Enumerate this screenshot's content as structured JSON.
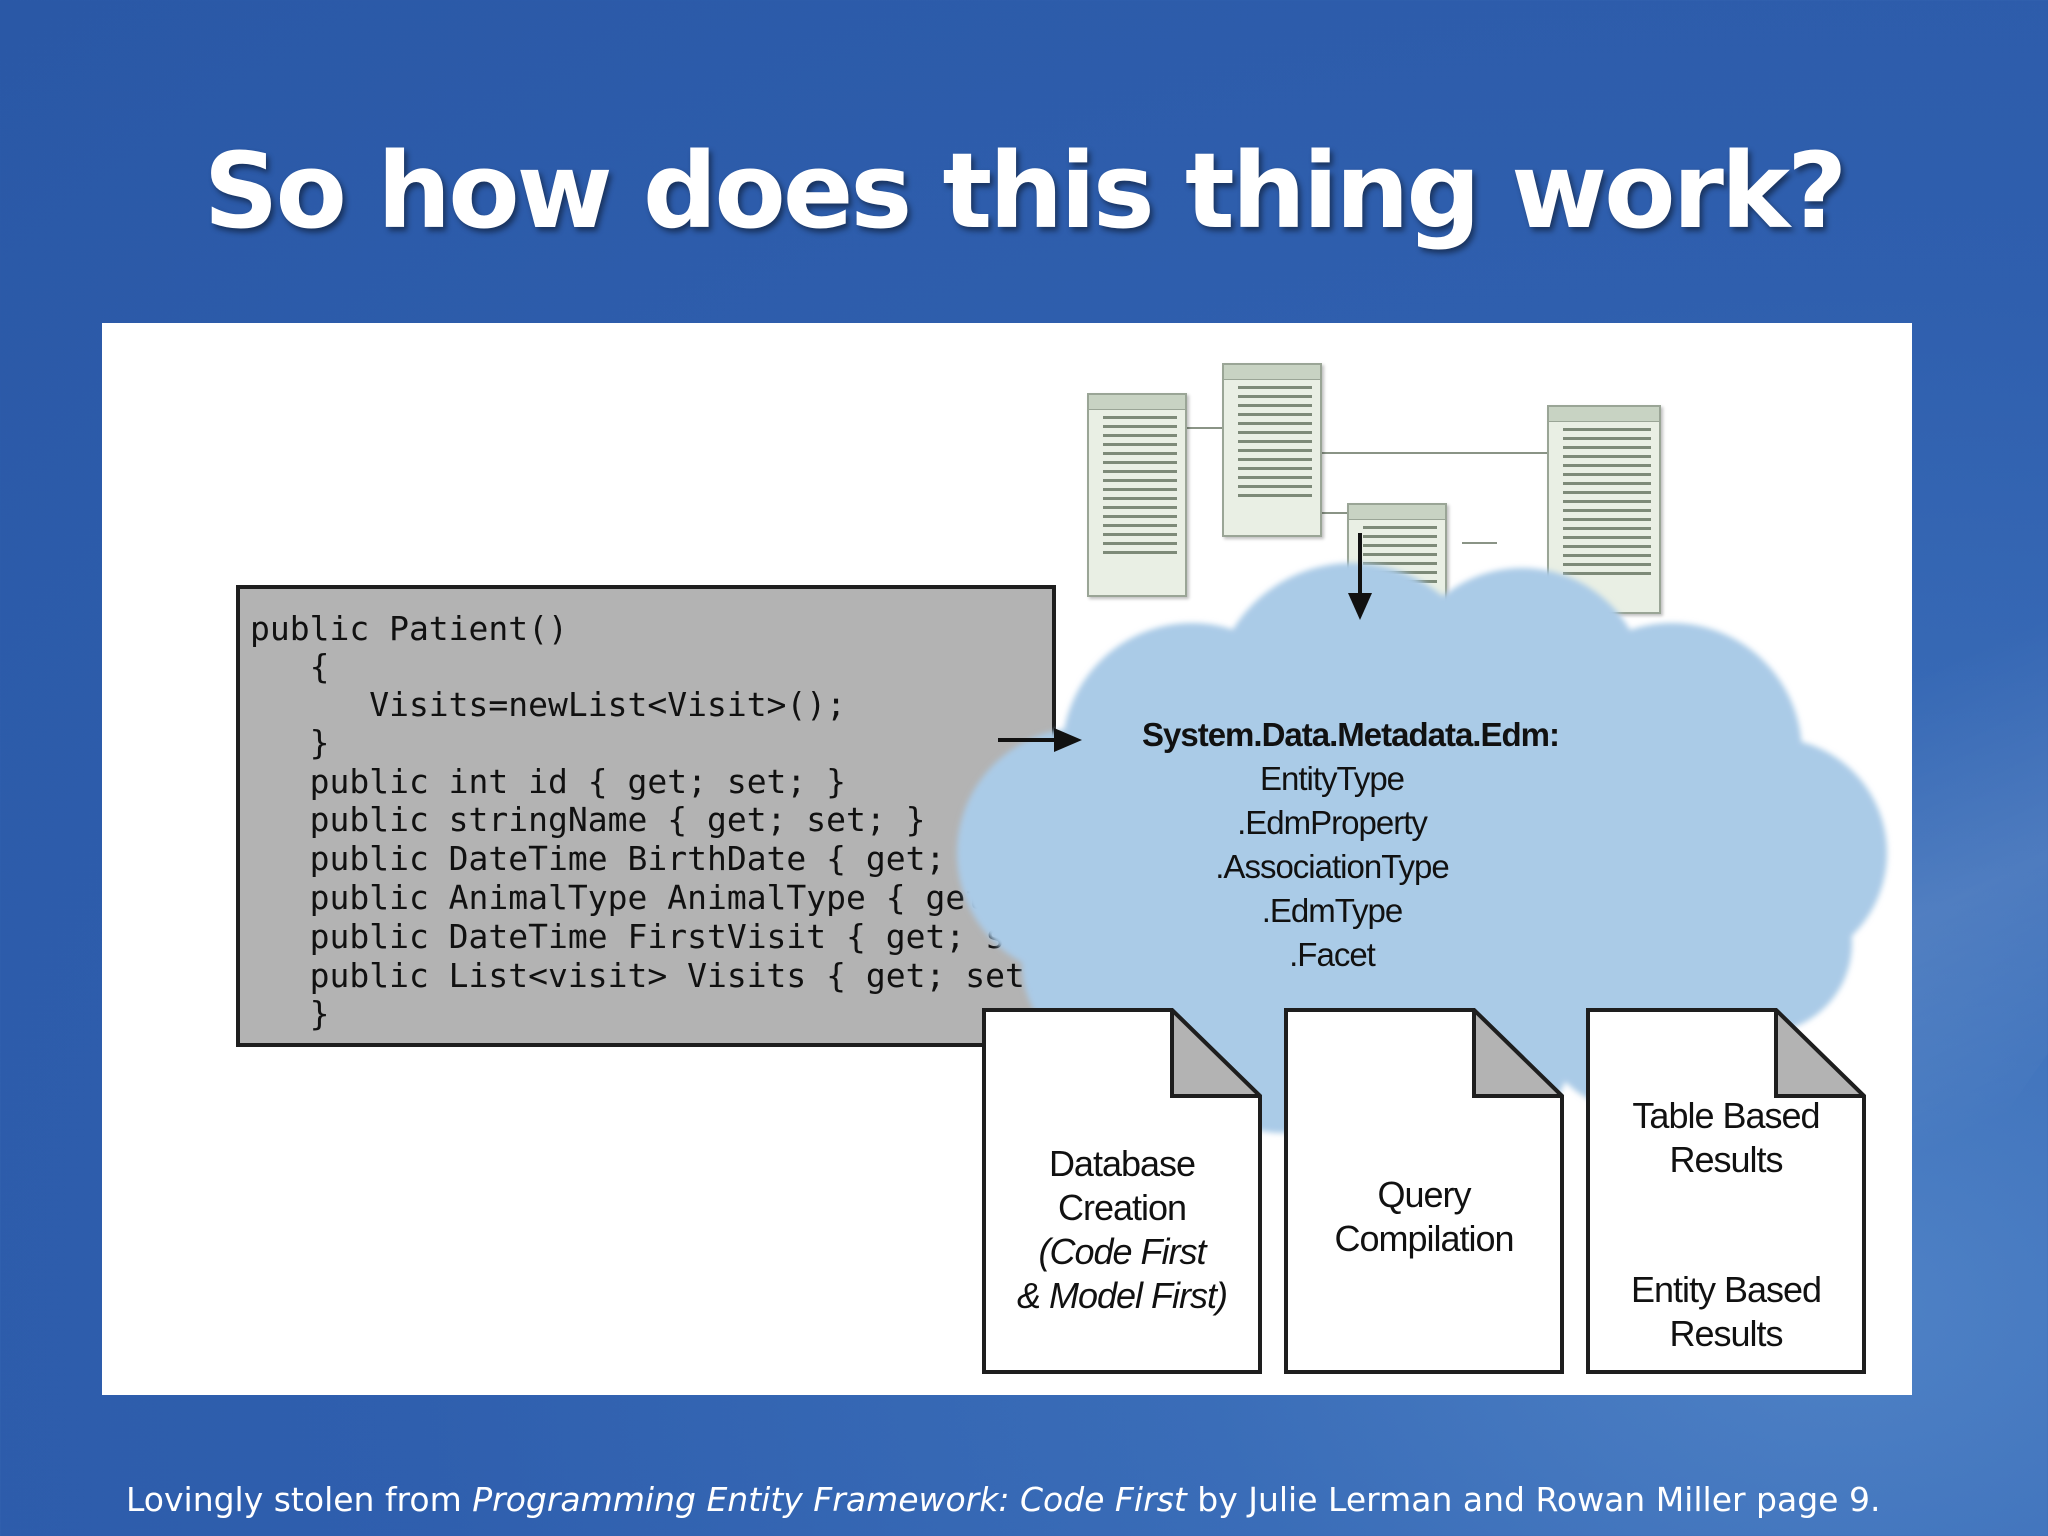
{
  "slide": {
    "title": "So how does this thing work?",
    "caption_prefix": "Lovingly stolen from ",
    "caption_book": "Programming Entity Framework: Code First",
    "caption_suffix": " by Julie Lerman and Rowan Miller page 9."
  },
  "code": {
    "lines": [
      "public Patient()",
      "   {",
      "      Visits=newList<Visit>();",
      "   }",
      "   public int id { get; set; }",
      "   public stringName { get; set; }",
      "   public DateTime BirthDate { get; set; }",
      "   public AnimalType AnimalType { get; set; }",
      "   public DateTime FirstVisit { get; set; }",
      "   public List<visit> Visits { get; set; }",
      "   }"
    ]
  },
  "cloud": {
    "heading": "System.Data.Metadata.Edm:",
    "items": [
      "EntityType",
      ".EdmProperty",
      ".AssociationType",
      ".EdmType",
      ".Facet"
    ]
  },
  "docs": {
    "database": {
      "line1": "Database",
      "line2": "Creation",
      "line3": "(Code First",
      "line4": "& Model First)"
    },
    "query": {
      "line1": "Query",
      "line2": "Compilation"
    },
    "results": {
      "top1": "Table Based",
      "top2": "Results",
      "bottom1": "Entity Based",
      "bottom2": "Results"
    }
  }
}
